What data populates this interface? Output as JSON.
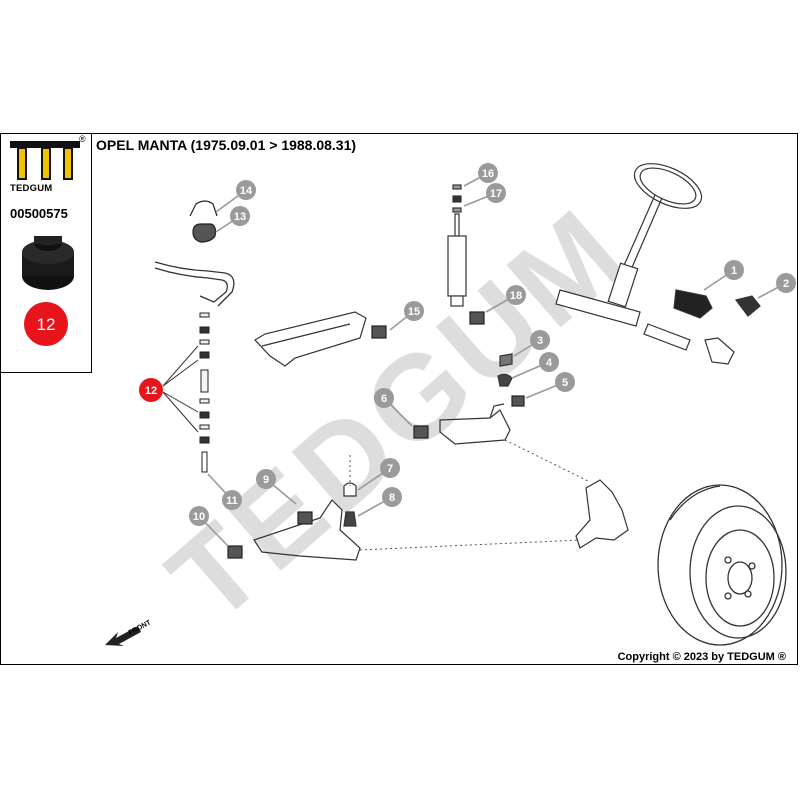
{
  "header": {
    "title": "OPEL MANTA  (1975.09.01 > 1988.08.31)",
    "brand": "TEDGUM",
    "part_number": "00500575",
    "registered": "®"
  },
  "selected_part": {
    "label": "12",
    "color": "#e8141c"
  },
  "watermark": "TEDGUM",
  "front_label": "FRONT",
  "callouts": [
    "1",
    "2",
    "3",
    "4",
    "5",
    "6",
    "7",
    "8",
    "9",
    "10",
    "11",
    "13",
    "14",
    "15",
    "16",
    "17",
    "18"
  ],
  "footer": {
    "copyright": "Copyright © 2023 by TEDGUM ®"
  },
  "colors": {
    "logo_yellow": "#f2c200",
    "callout_gray": "#9a9a9a",
    "highlight_red": "#e8141c"
  }
}
